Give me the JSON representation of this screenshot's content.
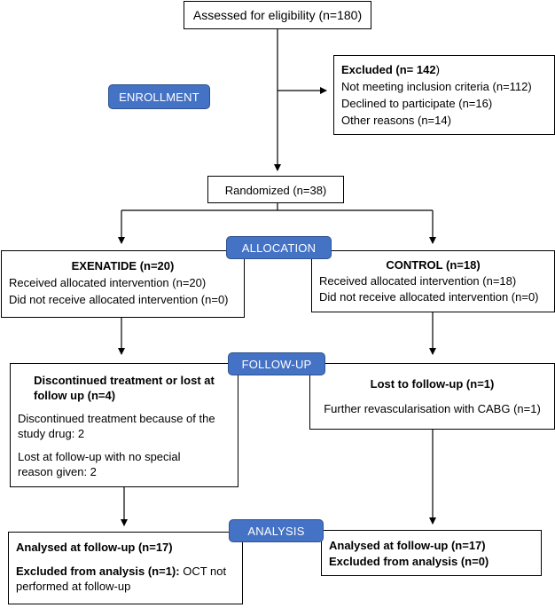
{
  "assessed": "Assessed for eligibility (n=180)",
  "excluded": {
    "title": "Excluded (n= 142",
    "title_close": ")",
    "items": [
      "Not meeting inclusion criteria (n=112)",
      "Declined to participate (n=16)",
      "Other reasons (n=14)"
    ]
  },
  "randomized": "Randomized (n=38)",
  "stages": {
    "enrollment": "ENROLLMENT",
    "allocation": "ALLOCATION",
    "followup": "FOLLOW-UP",
    "analysis": "ANALYSIS"
  },
  "exenatide": {
    "title": "EXENATIDE (n=20)",
    "received": "Received allocated intervention (n=20)",
    "not_received": "Did not receive allocated intervention (n=0)"
  },
  "control": {
    "title": "CONTROL (n=18)",
    "received": "Received allocated intervention (n=18)",
    "not_received": "Did not receive allocated intervention (n=0)"
  },
  "followup_left": {
    "title_line1": "Discontinued treatment or lost at",
    "title_line2": "follow up (n=4)",
    "item1_line1": "Discontinued treatment because of the",
    "item1_line2": "study drug: 2",
    "item2_line1": "Lost at follow-up with no special",
    "item2_line2": "reason given: 2"
  },
  "followup_right": {
    "title": "Lost to follow-up (n=1)",
    "item": "Further revascularisation with CABG (n=1)"
  },
  "analysis_left": {
    "title": "Analysed at follow-up (n=17)",
    "excl_label": "Excluded from analysis (n=1):",
    "excl_rest_line1": " OCT not",
    "excl_rest_line2": "performed at follow-up"
  },
  "analysis_right": {
    "title": "Analysed at follow-up (n=17)",
    "excl": "Excluded from analysis (n=0)"
  }
}
